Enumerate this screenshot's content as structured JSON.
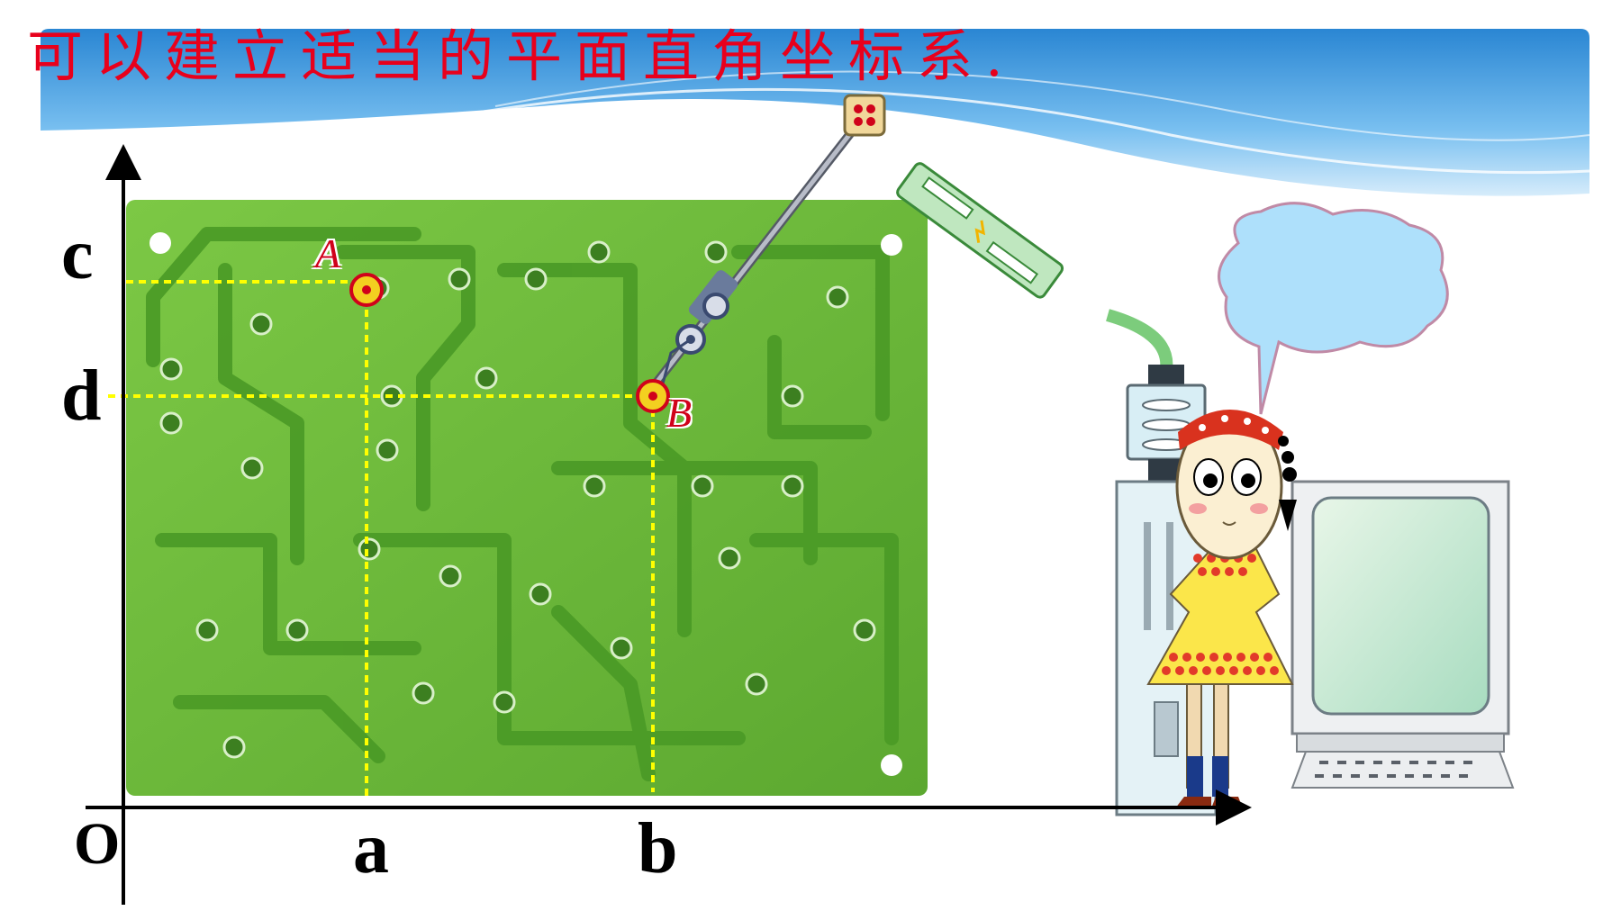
{
  "title": "可以建立适当的平面直角坐标系.",
  "axis": {
    "origin": "O",
    "x_ticks": [
      "a",
      "b"
    ],
    "y_ticks": [
      "c",
      "d"
    ]
  },
  "points": [
    {
      "name": "A"
    },
    {
      "name": "B"
    }
  ],
  "colors": {
    "title": "#e8001c",
    "board": "#6fbe3c",
    "trace": "#4a9a26",
    "guide": "#ffff00",
    "banner": "#2d8fd6"
  }
}
